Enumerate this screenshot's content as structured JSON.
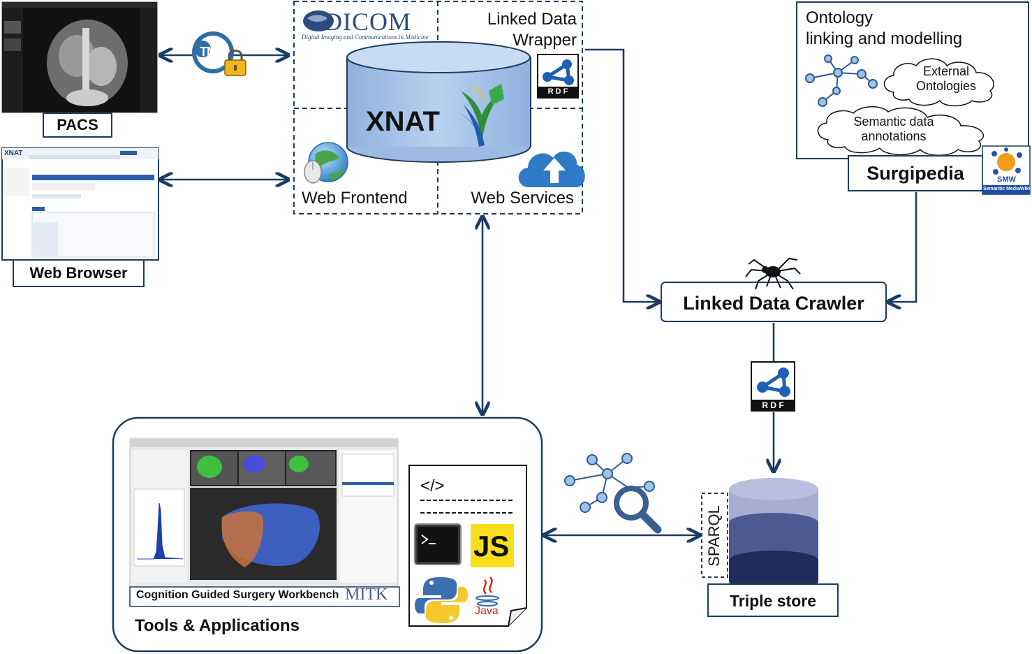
{
  "pacs": {
    "label": "PACS"
  },
  "tmf": {
    "logo_text": "TMF"
  },
  "web_browser": {
    "label": "Web Browser",
    "xnat_logo": "XNAT"
  },
  "xnat": {
    "title": "XNAT",
    "dicom_logo": "DICOM",
    "dicom_tagline": "Digital Imaging and Communications in Medicine",
    "linked_data_wrapper": [
      "Linked Data",
      "Wrapper"
    ],
    "web_frontend": "Web Frontend",
    "web_services": "Web Services",
    "rdf_logo": "R D F"
  },
  "ontology": {
    "title": [
      "Ontology",
      "linking and modelling"
    ],
    "external": [
      "External",
      "Ontologies"
    ],
    "semantic": [
      "Semantic data",
      "annotations"
    ],
    "surgipedia": "Surgipedia",
    "smw_logo": "SMW",
    "smw_caption": "Semantic MediaWiki"
  },
  "crawler": {
    "label": "Linked Data Crawler"
  },
  "rdf2": {
    "logo": "R D F"
  },
  "triple_store": {
    "label": "Triple store",
    "sparql": "SPARQL"
  },
  "tools": {
    "title": "Tools & Applications",
    "workbench_caption": "Cognition Guided Surgery Workbench",
    "mitk_logo": "MITK",
    "code_tag": "</>",
    "js_logo": "JS",
    "java_logo": "Java"
  },
  "colors": {
    "line": "#1f3b5c",
    "arrow": "#1b3a66",
    "cylinder": "#a9c6e8",
    "triple_top": "#a7aed3",
    "triple_mid": "#4d5a92",
    "triple_bottom": "#1f2d5c",
    "node": "#9ec3ea",
    "node_stroke": "#2f5b8a"
  }
}
